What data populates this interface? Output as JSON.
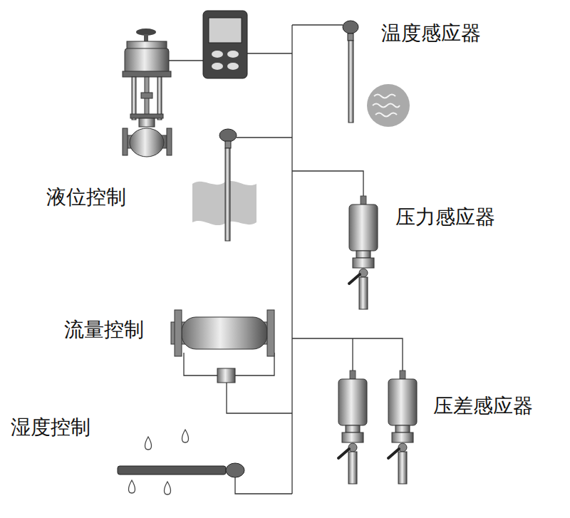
{
  "diagram": {
    "labels": [
      "温度感应器",
      "液位控制",
      "压力感应器",
      "流量控制",
      "压差感应器",
      "湿度控制"
    ]
  }
}
